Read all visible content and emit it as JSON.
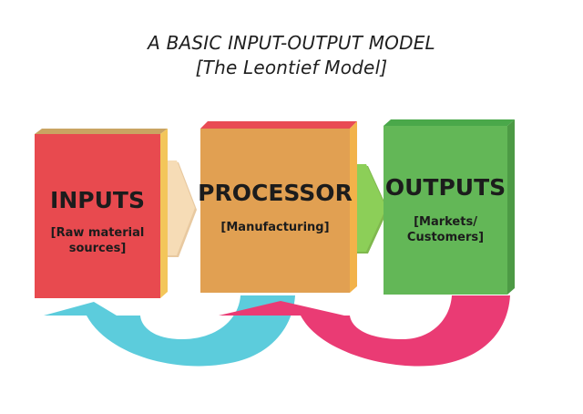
{
  "title": {
    "line1": "A BASIC INPUT-OUTPUT MODEL",
    "line2": "[The Leontief Model]"
  },
  "boxes": {
    "inputs": {
      "label": "INPUTS",
      "sub_line1": "[Raw material",
      "sub_line2": "sources]",
      "color": "#e84a4f"
    },
    "processor": {
      "label": "PROCESSOR",
      "sub_line1": "[Manufacturing]",
      "color": "#e1a052"
    },
    "outputs": {
      "label": "OUTPUTS",
      "sub_line1": "[Markets/",
      "sub_line2": "Customers]",
      "color": "#63b757"
    }
  },
  "arrows": {
    "inputs_to_processor_color": "#f6dcb6",
    "processor_to_outputs_color": "#8ccf58",
    "feedback_processor_to_inputs_color": "#5cccdc",
    "feedback_outputs_to_processor_color": "#ea3b74"
  }
}
